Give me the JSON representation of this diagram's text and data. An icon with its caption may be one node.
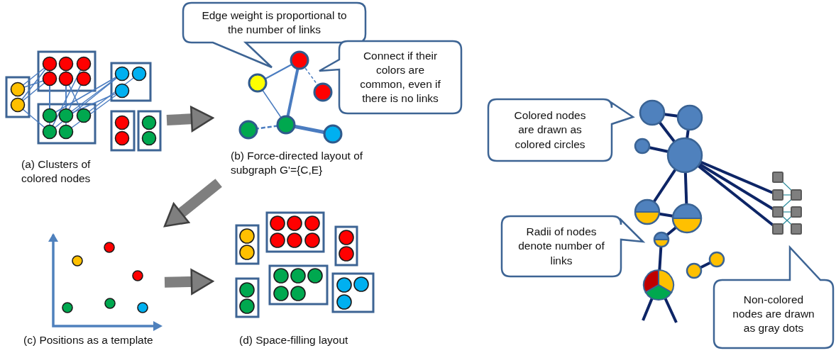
{
  "diagram": {
    "nodes": [
      {
        "text": [
          "(a) Clusters of colored nodes"
        ]
      },
      {
        "text": [
          "Edge weight is proportional to the number of links"
        ]
      },
      {
        "text": [
          "Connect if their colors are common, even if there is no links"
        ]
      },
      {
        "text": [
          "(b) Force-directed layout of subgraph G'={C,E}"
        ]
      },
      {
        "text": [
          "(c) Positions as a template"
        ]
      },
      {
        "text": [
          "(d) Space-filling layout"
        ]
      },
      {
        "text": [
          "Colored nodes are drawn as colored circles"
        ]
      },
      {
        "text": [
          "Radii of nodes denote number of links"
        ]
      },
      {
        "text": [
          "Non-colored nodes are drawn as gray dots"
        ]
      }
    ],
    "edges": [
      {
        "from": 0,
        "to": 3,
        "arrow": "to"
      },
      {
        "from": 3,
        "to": 4,
        "arrow": "to"
      },
      {
        "from": 4,
        "to": 5,
        "arrow": "to"
      }
    ]
  }
}
